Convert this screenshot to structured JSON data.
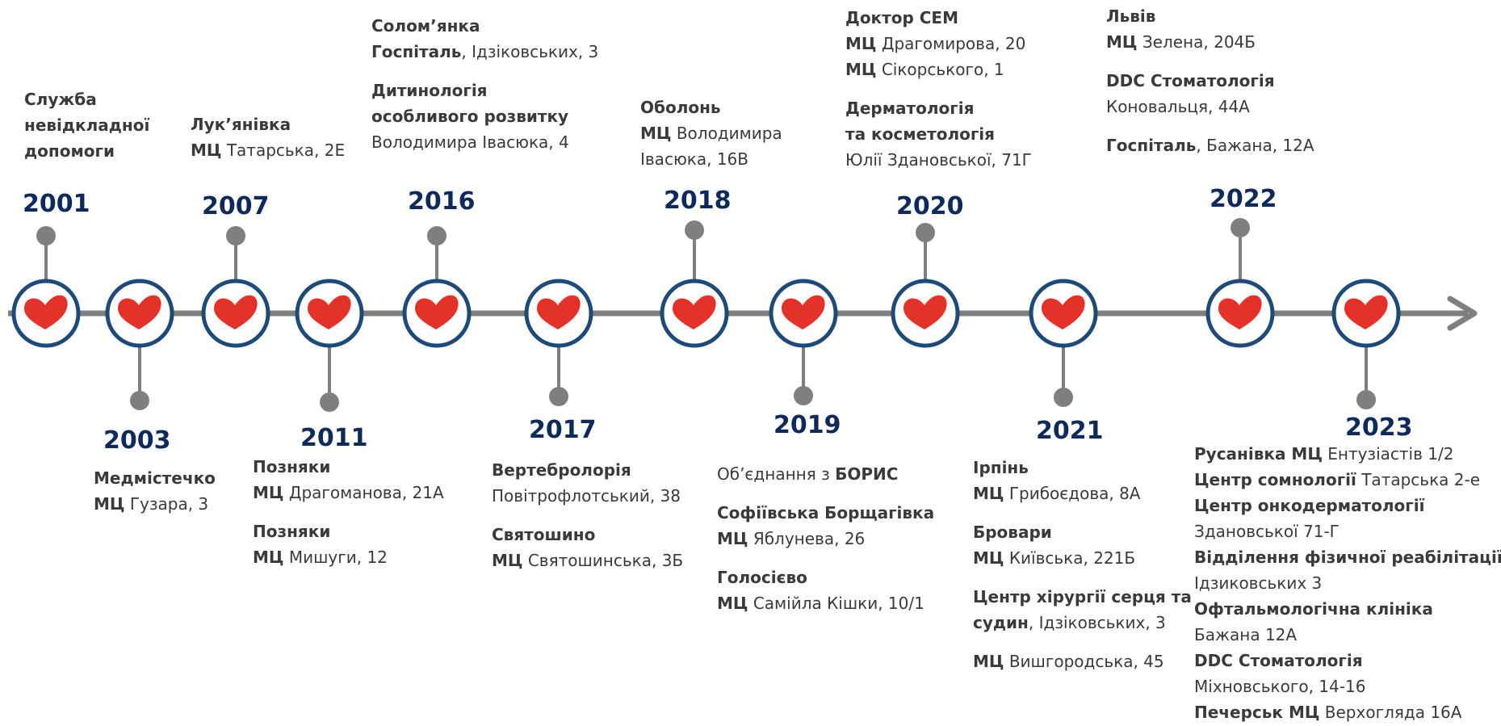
{
  "colors": {
    "axis": "#7f7f7f",
    "ring": "#1d4a78",
    "heart": "#e53228",
    "year": "#0e2a5c",
    "text": "#3a3a3a"
  },
  "icons": {
    "node": "heart-icon",
    "axis_end": "arrow-right-icon",
    "pin": "pin-dot-icon"
  },
  "events": [
    {
      "year": "2001",
      "lines": [
        [
          {
            "t": "Служба",
            "b": true
          }
        ],
        [
          {
            "t": "невідкладної",
            "b": true
          }
        ],
        [
          {
            "t": "допомоги",
            "b": true
          }
        ]
      ]
    },
    {
      "year": "2003",
      "lines": [
        [
          {
            "t": "Медмістечко",
            "b": true
          }
        ],
        [
          {
            "t": "МЦ",
            "b": true
          },
          {
            "t": " Гузара, 3",
            "b": false
          }
        ]
      ]
    },
    {
      "year": "2007",
      "lines": [
        [
          {
            "t": "Лук’янівка",
            "b": true
          }
        ],
        [
          {
            "t": "МЦ",
            "b": true
          },
          {
            "t": " Татарська, 2Е",
            "b": false
          }
        ]
      ]
    },
    {
      "year": "2011",
      "lines": [
        [
          {
            "t": "Позняки",
            "b": true
          }
        ],
        [
          {
            "t": "МЦ",
            "b": true
          },
          {
            "t": " Драгоманова, 21А",
            "b": false
          }
        ],
        [],
        [
          {
            "t": "Позняки",
            "b": true
          }
        ],
        [
          {
            "t": "МЦ",
            "b": true
          },
          {
            "t": " Мишуги, 12",
            "b": false
          }
        ]
      ]
    },
    {
      "year": "2016",
      "lines": [
        [
          {
            "t": "Солом’янка",
            "b": true
          }
        ],
        [
          {
            "t": "Госпіталь",
            "b": true
          },
          {
            "t": ", Ідзіковських, 3",
            "b": false
          }
        ],
        [],
        [
          {
            "t": "Дитинологія",
            "b": true
          }
        ],
        [
          {
            "t": "особливого розвитку",
            "b": true
          }
        ],
        [
          {
            "t": "Володимира Івасюка, 4",
            "b": false
          }
        ]
      ]
    },
    {
      "year": "2017",
      "lines": [
        [
          {
            "t": "Вертебролорія",
            "b": true
          }
        ],
        [
          {
            "t": "Повітрофлотський, 38",
            "b": false
          }
        ],
        [],
        [
          {
            "t": "Святошино",
            "b": true
          }
        ],
        [
          {
            "t": "МЦ",
            "b": true
          },
          {
            "t": " Святошинська, 3Б",
            "b": false
          }
        ]
      ]
    },
    {
      "year": "2018",
      "lines": [
        [
          {
            "t": "Оболонь",
            "b": true
          }
        ],
        [
          {
            "t": "МЦ",
            "b": true
          },
          {
            "t": " Володимира",
            "b": false
          }
        ],
        [
          {
            "t": "Івасюка, 16В",
            "b": false
          }
        ]
      ]
    },
    {
      "year": "2019",
      "lines": [
        [
          {
            "t": "Об’єднання з ",
            "b": false
          },
          {
            "t": "БОРИС",
            "b": true
          }
        ],
        [],
        [
          {
            "t": "Софіївська Борщагівка",
            "b": true
          }
        ],
        [
          {
            "t": "МЦ",
            "b": true
          },
          {
            "t": " Яблунева, 26",
            "b": false
          }
        ],
        [],
        [
          {
            "t": "Голосієво",
            "b": true
          }
        ],
        [
          {
            "t": "МЦ",
            "b": true
          },
          {
            "t": " Самійла Кішки, 10/1",
            "b": false
          }
        ]
      ]
    },
    {
      "year": "2020",
      "lines": [
        [
          {
            "t": "Доктор СЕМ",
            "b": true
          }
        ],
        [
          {
            "t": "МЦ",
            "b": true
          },
          {
            "t": " Драгомирова, 20",
            "b": false
          }
        ],
        [
          {
            "t": "МЦ",
            "b": true
          },
          {
            "t": " Сікорського, 1",
            "b": false
          }
        ],
        [],
        [
          {
            "t": "Дерматологія",
            "b": true
          }
        ],
        [
          {
            "t": "та косметологія",
            "b": true
          }
        ],
        [
          {
            "t": "Юлії Здановської, 71Г",
            "b": false
          }
        ]
      ]
    },
    {
      "year": "2021",
      "lines": [
        [
          {
            "t": "Ірпінь",
            "b": true
          }
        ],
        [
          {
            "t": "МЦ",
            "b": true
          },
          {
            "t": " Грибоєдова, 8А",
            "b": false
          }
        ],
        [],
        [
          {
            "t": "Бровари",
            "b": true
          }
        ],
        [
          {
            "t": "МЦ",
            "b": true
          },
          {
            "t": " Київська, 221Б",
            "b": false
          }
        ],
        [],
        [
          {
            "t": "Центр хірургії серця та",
            "b": true
          }
        ],
        [
          {
            "t": "судин",
            "b": true
          },
          {
            "t": ", Ідзіковських, 3",
            "b": false
          }
        ],
        [],
        [
          {
            "t": "МЦ",
            "b": true
          },
          {
            "t": " Вишгородська, 45",
            "b": false
          }
        ]
      ]
    },
    {
      "year": "2022",
      "lines": [
        [
          {
            "t": "Львів",
            "b": true
          }
        ],
        [
          {
            "t": "МЦ",
            "b": true
          },
          {
            "t": " Зелена, 204Б",
            "b": false
          }
        ],
        [],
        [
          {
            "t": "DDC Стоматологія",
            "b": true
          }
        ],
        [
          {
            "t": "Коновальця, 44А",
            "b": false
          }
        ],
        [],
        [
          {
            "t": "Госпіталь",
            "b": true
          },
          {
            "t": ", Бажана, 12А",
            "b": false
          }
        ]
      ]
    },
    {
      "year": "2023",
      "lines": [
        [
          {
            "t": "Русанівка МЦ",
            "b": true
          },
          {
            "t": " Ентузіастів 1/2",
            "b": false
          }
        ],
        [
          {
            "t": "Центр сомнології",
            "b": true
          },
          {
            "t": " Татарська 2-е",
            "b": false
          }
        ],
        [
          {
            "t": "Центр онкодерматології",
            "b": true
          }
        ],
        [
          {
            "t": "Здановської 71-Г",
            "b": false
          }
        ],
        [
          {
            "t": "Відділення фізичної реабілітації",
            "b": true
          }
        ],
        [
          {
            "t": "Ідзиковських 3",
            "b": false
          }
        ],
        [
          {
            "t": "Офтальмологічна клініка",
            "b": true
          }
        ],
        [
          {
            "t": "Бажана 12А",
            "b": false
          }
        ],
        [
          {
            "t": "DDC Стоматологія",
            "b": true
          }
        ],
        [
          {
            "t": "Міхновського, 14-16",
            "b": false
          }
        ],
        [
          {
            "t": "Печерськ МЦ",
            "b": true
          },
          {
            "t": " Верхогляда 16А",
            "b": false
          }
        ]
      ]
    }
  ]
}
